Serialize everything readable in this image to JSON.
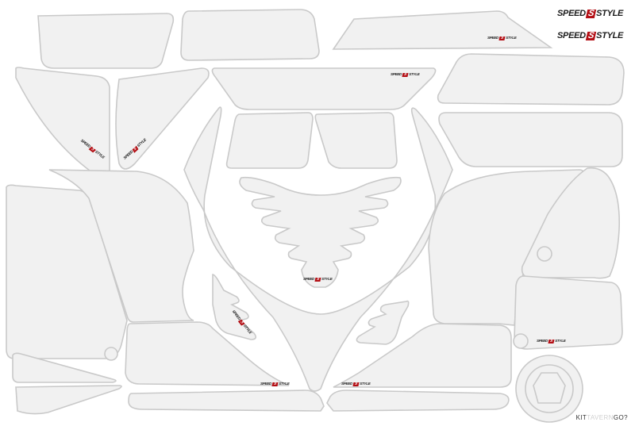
{
  "brand": {
    "logo_word1": "SPEED",
    "logo_mark": "S",
    "logo_word2": "STYLE",
    "accent_color": "#b30f15",
    "piece_fill": "#f1f1f1",
    "piece_stroke": "#c9c9c9"
  },
  "footer": {
    "part1": "KIT",
    "part2": "TAVERN",
    "part3": "GO?"
  }
}
